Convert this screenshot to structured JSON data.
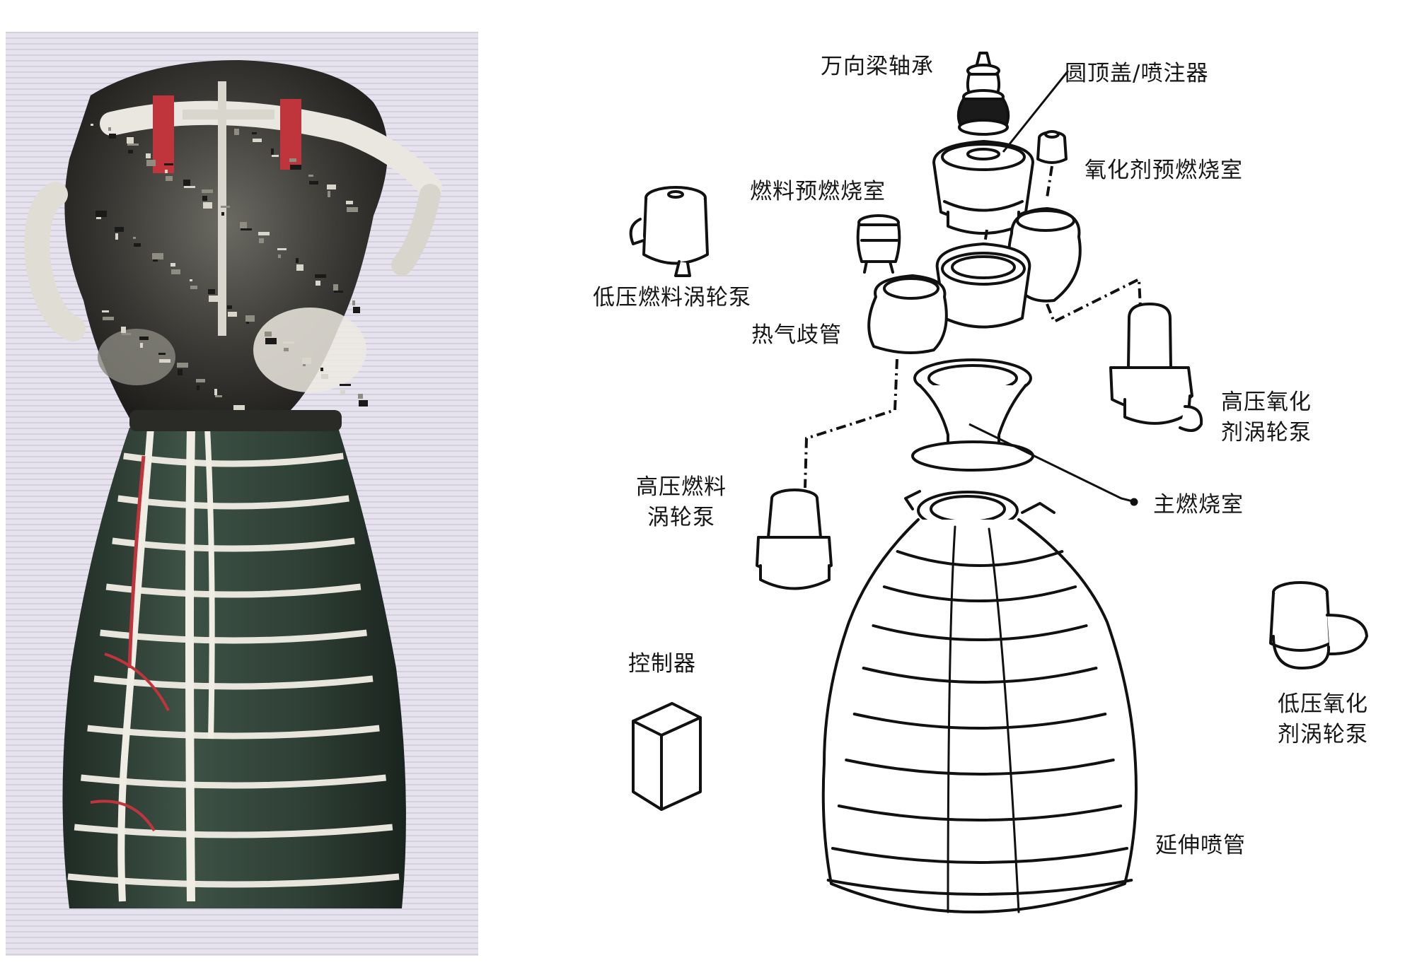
{
  "labels": {
    "gimbal_bearing": "万向梁轴承",
    "dome_injector": "圆顶盖/喷注器",
    "oxidizer_preburner": "氧化剂预燃烧室",
    "fuel_preburner": "燃料预燃烧室",
    "low_pressure_fuel_turbopump": "低压燃料涡轮泵",
    "hot_gas_manifold": "热气歧管",
    "high_pressure_oxidizer_turbopump": [
      "高压氧化",
      "剂涡轮泵"
    ],
    "high_pressure_fuel_turbopump": [
      "高压燃料",
      "涡轮泵"
    ],
    "main_combustion_chamber": "主燃烧室",
    "controller": "控制器",
    "low_pressure_oxidizer_turbopump": [
      "低压氧化",
      "剂涡轮泵"
    ],
    "nozzle_extension": "延伸喷管"
  },
  "colors": {
    "photo_background": "#e4e1ec",
    "nozzle_dark": "#34463a",
    "nozzle_band": "#e8e6dc",
    "accent_red": "#c0343c",
    "line_art": "#111111"
  }
}
